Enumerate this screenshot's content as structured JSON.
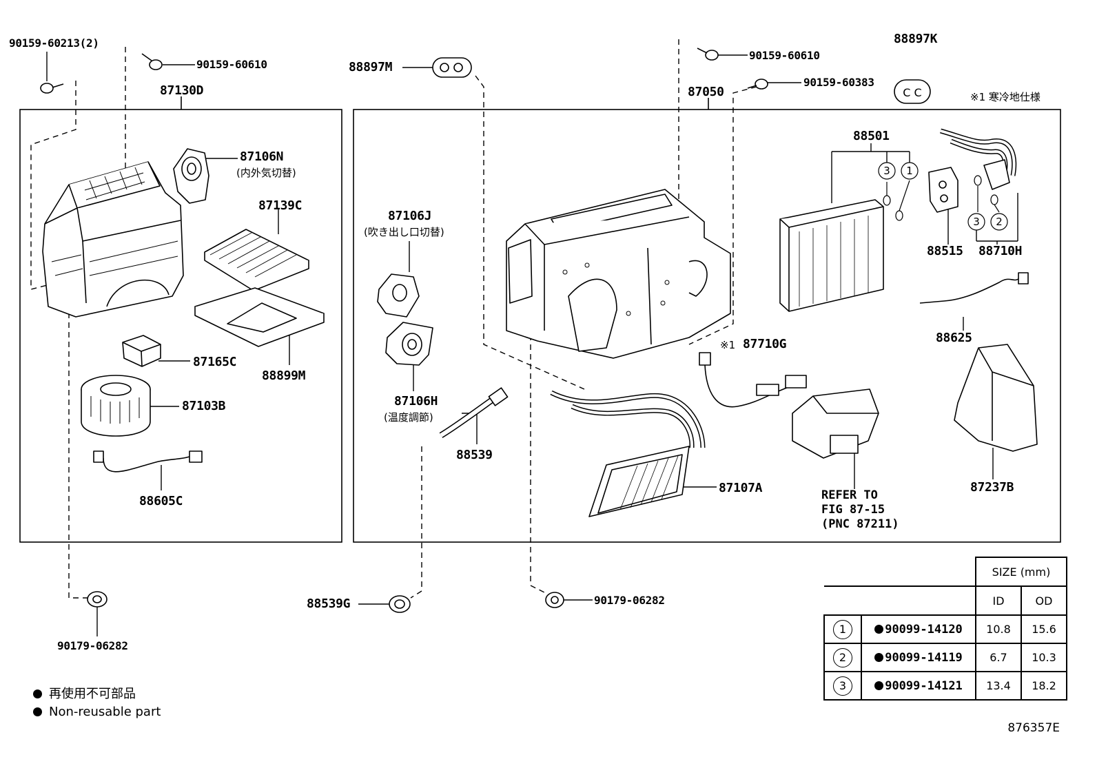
{
  "parts": {
    "p90159_60213": "90159-60213(2)",
    "p90159_60610_l": "90159-60610",
    "p87130D": "87130D",
    "p87106N": "87106N",
    "p87106N_note": "(内外気切替)",
    "p87139C": "87139C",
    "p87165C": "87165C",
    "p88899M": "88899M",
    "p87103B": "87103B",
    "p88605C": "88605C",
    "p90179_06282_l": "90179-06282",
    "p88897M": "88897M",
    "p87106J": "87106J",
    "p87106J_note": "(吹き出し口切替)",
    "p87106H": "87106H",
    "p87106H_note": "(温度調節)",
    "p88539": "88539",
    "p88539G": "88539G",
    "p90179_06282_m": "90179-06282",
    "p90159_60610_r": "90159-60610",
    "p88897K": "88897K",
    "p90159_60383": "90159-60383",
    "p87050": "87050",
    "p88501": "88501",
    "p88515": "88515",
    "p88710H": "88710H",
    "p88625": "88625",
    "p87710G": "87710G",
    "p87710G_mark": "※1",
    "p87107A": "87107A",
    "p87237B": "87237B"
  },
  "cold_region_note": "※1 寒冷地仕様",
  "refer": {
    "line1": "REFER TO",
    "line2": "FIG 87-15",
    "line3": "(PNC 87211)"
  },
  "legend": {
    "jp": "再使用不可部品",
    "en": "Non-reusable part"
  },
  "size_table": {
    "header": "SIZE (mm)",
    "col_id": "ID",
    "col_od": "OD",
    "rows": [
      {
        "mark": "1",
        "part": "90099-14120",
        "id": "10.8",
        "od": "15.6"
      },
      {
        "mark": "2",
        "part": "90099-14119",
        "id": "6.7",
        "od": "10.3"
      },
      {
        "mark": "3",
        "part": "90099-14121",
        "id": "13.4",
        "od": "18.2"
      }
    ]
  },
  "callouts": {
    "c3a": "3",
    "c1a": "1",
    "c3b": "3",
    "c2b": "2"
  },
  "figure_id": "876357E"
}
